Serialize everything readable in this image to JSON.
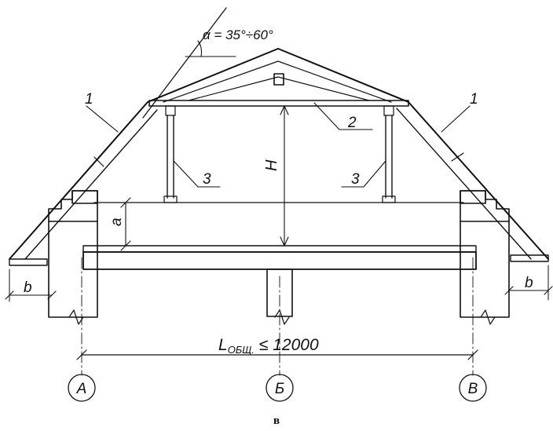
{
  "angle_label": "α = 35°÷60°",
  "callouts": {
    "rafter_left": "1",
    "rafter_right": "1",
    "tie_beam": "2",
    "post_left": "3",
    "post_right": "3"
  },
  "dimensions": {
    "height": "H",
    "knee_wall": "a",
    "eave_left": "b",
    "eave_right": "b",
    "span": "L",
    "span_subscript": "ОБЩ.",
    "span_value": "≤ 12000"
  },
  "axes": [
    "А",
    "Б",
    "В"
  ],
  "caption": "в",
  "colors": {
    "ink": "#111111",
    "background": "#ffffff"
  }
}
